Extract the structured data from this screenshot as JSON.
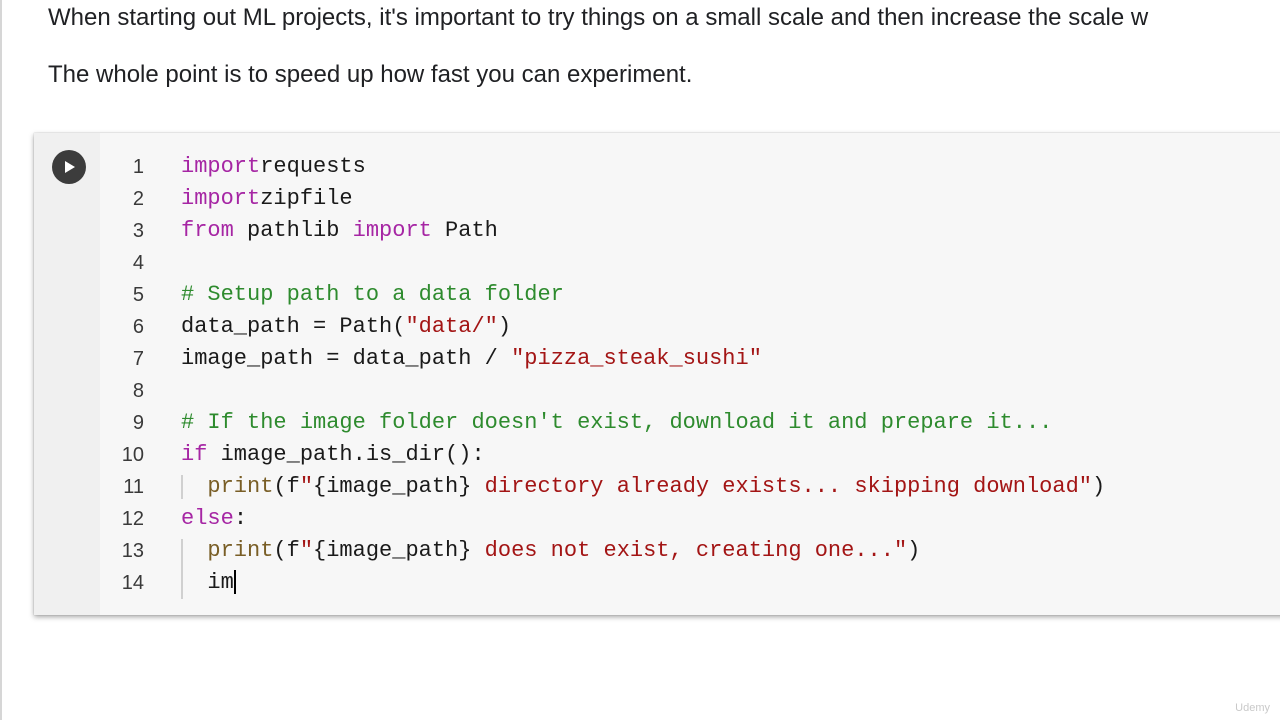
{
  "notebook": {
    "text_line_1": "When starting out ML projects, it's important to try things on a small scale and then increase the scale w",
    "text_line_2": "The whole point is to speed up how fast you can experiment."
  },
  "cell": {
    "run_icon": "play-icon",
    "lines": [
      {
        "num": "1",
        "tokens": [
          [
            "kw",
            "import"
          ],
          [
            "",
            "requests"
          ]
        ]
      },
      {
        "num": "2",
        "tokens": [
          [
            "kw",
            "import"
          ],
          [
            "",
            "zipfile"
          ]
        ]
      },
      {
        "num": "3",
        "tokens": [
          [
            "kw",
            "from"
          ],
          [
            "",
            " pathlib "
          ],
          [
            "kw",
            "import"
          ],
          [
            "",
            " Path"
          ]
        ]
      },
      {
        "num": "4",
        "tokens": []
      },
      {
        "num": "5",
        "tokens": [
          [
            "cm",
            "# Setup path to a data folder"
          ]
        ]
      },
      {
        "num": "6",
        "tokens": [
          [
            "",
            "data_path = Path("
          ],
          [
            "st",
            "\"data/\""
          ],
          [
            "",
            ")"
          ]
        ]
      },
      {
        "num": "7",
        "tokens": [
          [
            "",
            "image_path = data_path / "
          ],
          [
            "st",
            "\"pizza_steak_sushi\""
          ]
        ]
      },
      {
        "num": "8",
        "tokens": []
      },
      {
        "num": "9",
        "tokens": [
          [
            "cm",
            "# If the image folder doesn't exist, download it and prepare it..."
          ]
        ]
      },
      {
        "num": "10",
        "tokens": [
          [
            "kw",
            "if"
          ],
          [
            "",
            " image_path.is_dir():"
          ]
        ]
      },
      {
        "num": "11",
        "tokens": [
          [
            "",
            "  "
          ],
          [
            "fn",
            "print"
          ],
          [
            "",
            "(f"
          ],
          [
            "st",
            "\""
          ],
          [
            "",
            "{image_path}"
          ],
          [
            "st",
            " directory already exists... skipping download\""
          ],
          [
            "",
            ")"
          ]
        ]
      },
      {
        "num": "12",
        "tokens": [
          [
            "kw",
            "else"
          ],
          [
            "",
            ":"
          ]
        ]
      },
      {
        "num": "13",
        "tokens": [
          [
            "",
            "  "
          ],
          [
            "fn",
            "print"
          ],
          [
            "",
            "(f"
          ],
          [
            "st",
            "\""
          ],
          [
            "",
            "{image_path}"
          ],
          [
            "st",
            " does not exist, creating one...\""
          ],
          [
            "",
            ")"
          ]
        ]
      },
      {
        "num": "14",
        "tokens": [
          [
            "",
            "  im"
          ]
        ]
      }
    ]
  },
  "watermark": "Udemy"
}
